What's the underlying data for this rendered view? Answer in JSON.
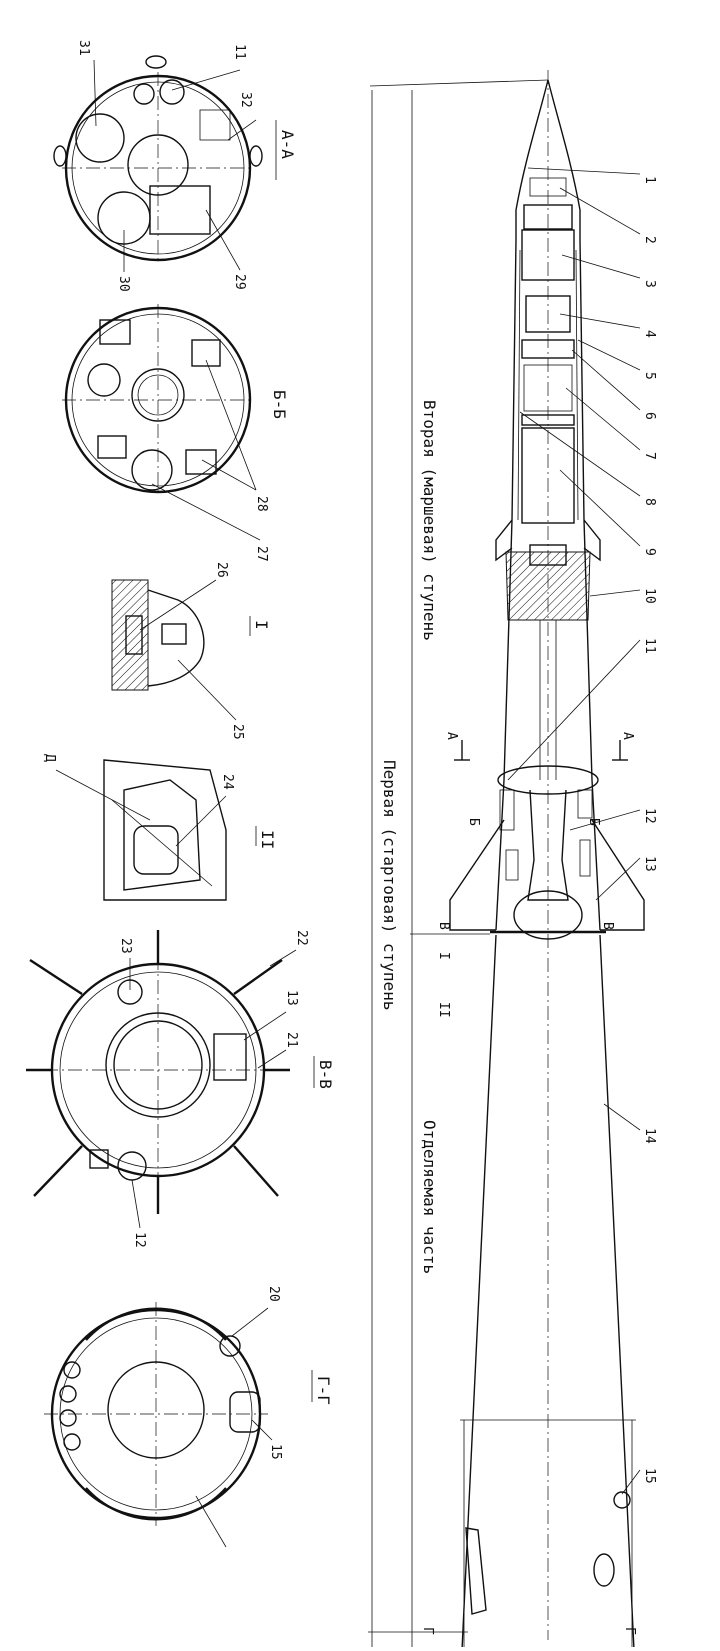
{
  "stage_labels": {
    "second_stage": "Вторая (маршевая) ступень",
    "first_stage": "Первая (стартовая) ступень",
    "detachable": "Отделяемая часть"
  },
  "section_titles": {
    "aa": "А-А",
    "bb": "Б-Б",
    "vv": "В-В",
    "gg": "Г-Г",
    "detail1": "I",
    "detail2": "II",
    "detail_d": "Д"
  },
  "section_marks": {
    "a": "А",
    "b": "Б",
    "v": "В",
    "g": "Г",
    "one": "I",
    "two": "II"
  },
  "callouts": [
    "1",
    "2",
    "3",
    "4",
    "5",
    "6",
    "7",
    "8",
    "9",
    "10",
    "11",
    "12",
    "13",
    "14",
    "15"
  ],
  "section_callouts": {
    "aa": [
      "31",
      "11",
      "32",
      "29",
      "30"
    ],
    "bb": [
      "28",
      "27"
    ],
    "d1": [
      "26",
      "25"
    ],
    "d2": [
      "24"
    ],
    "vv": [
      "23",
      "22",
      "13",
      "21",
      "12"
    ],
    "gg": [
      "20",
      "15"
    ]
  }
}
